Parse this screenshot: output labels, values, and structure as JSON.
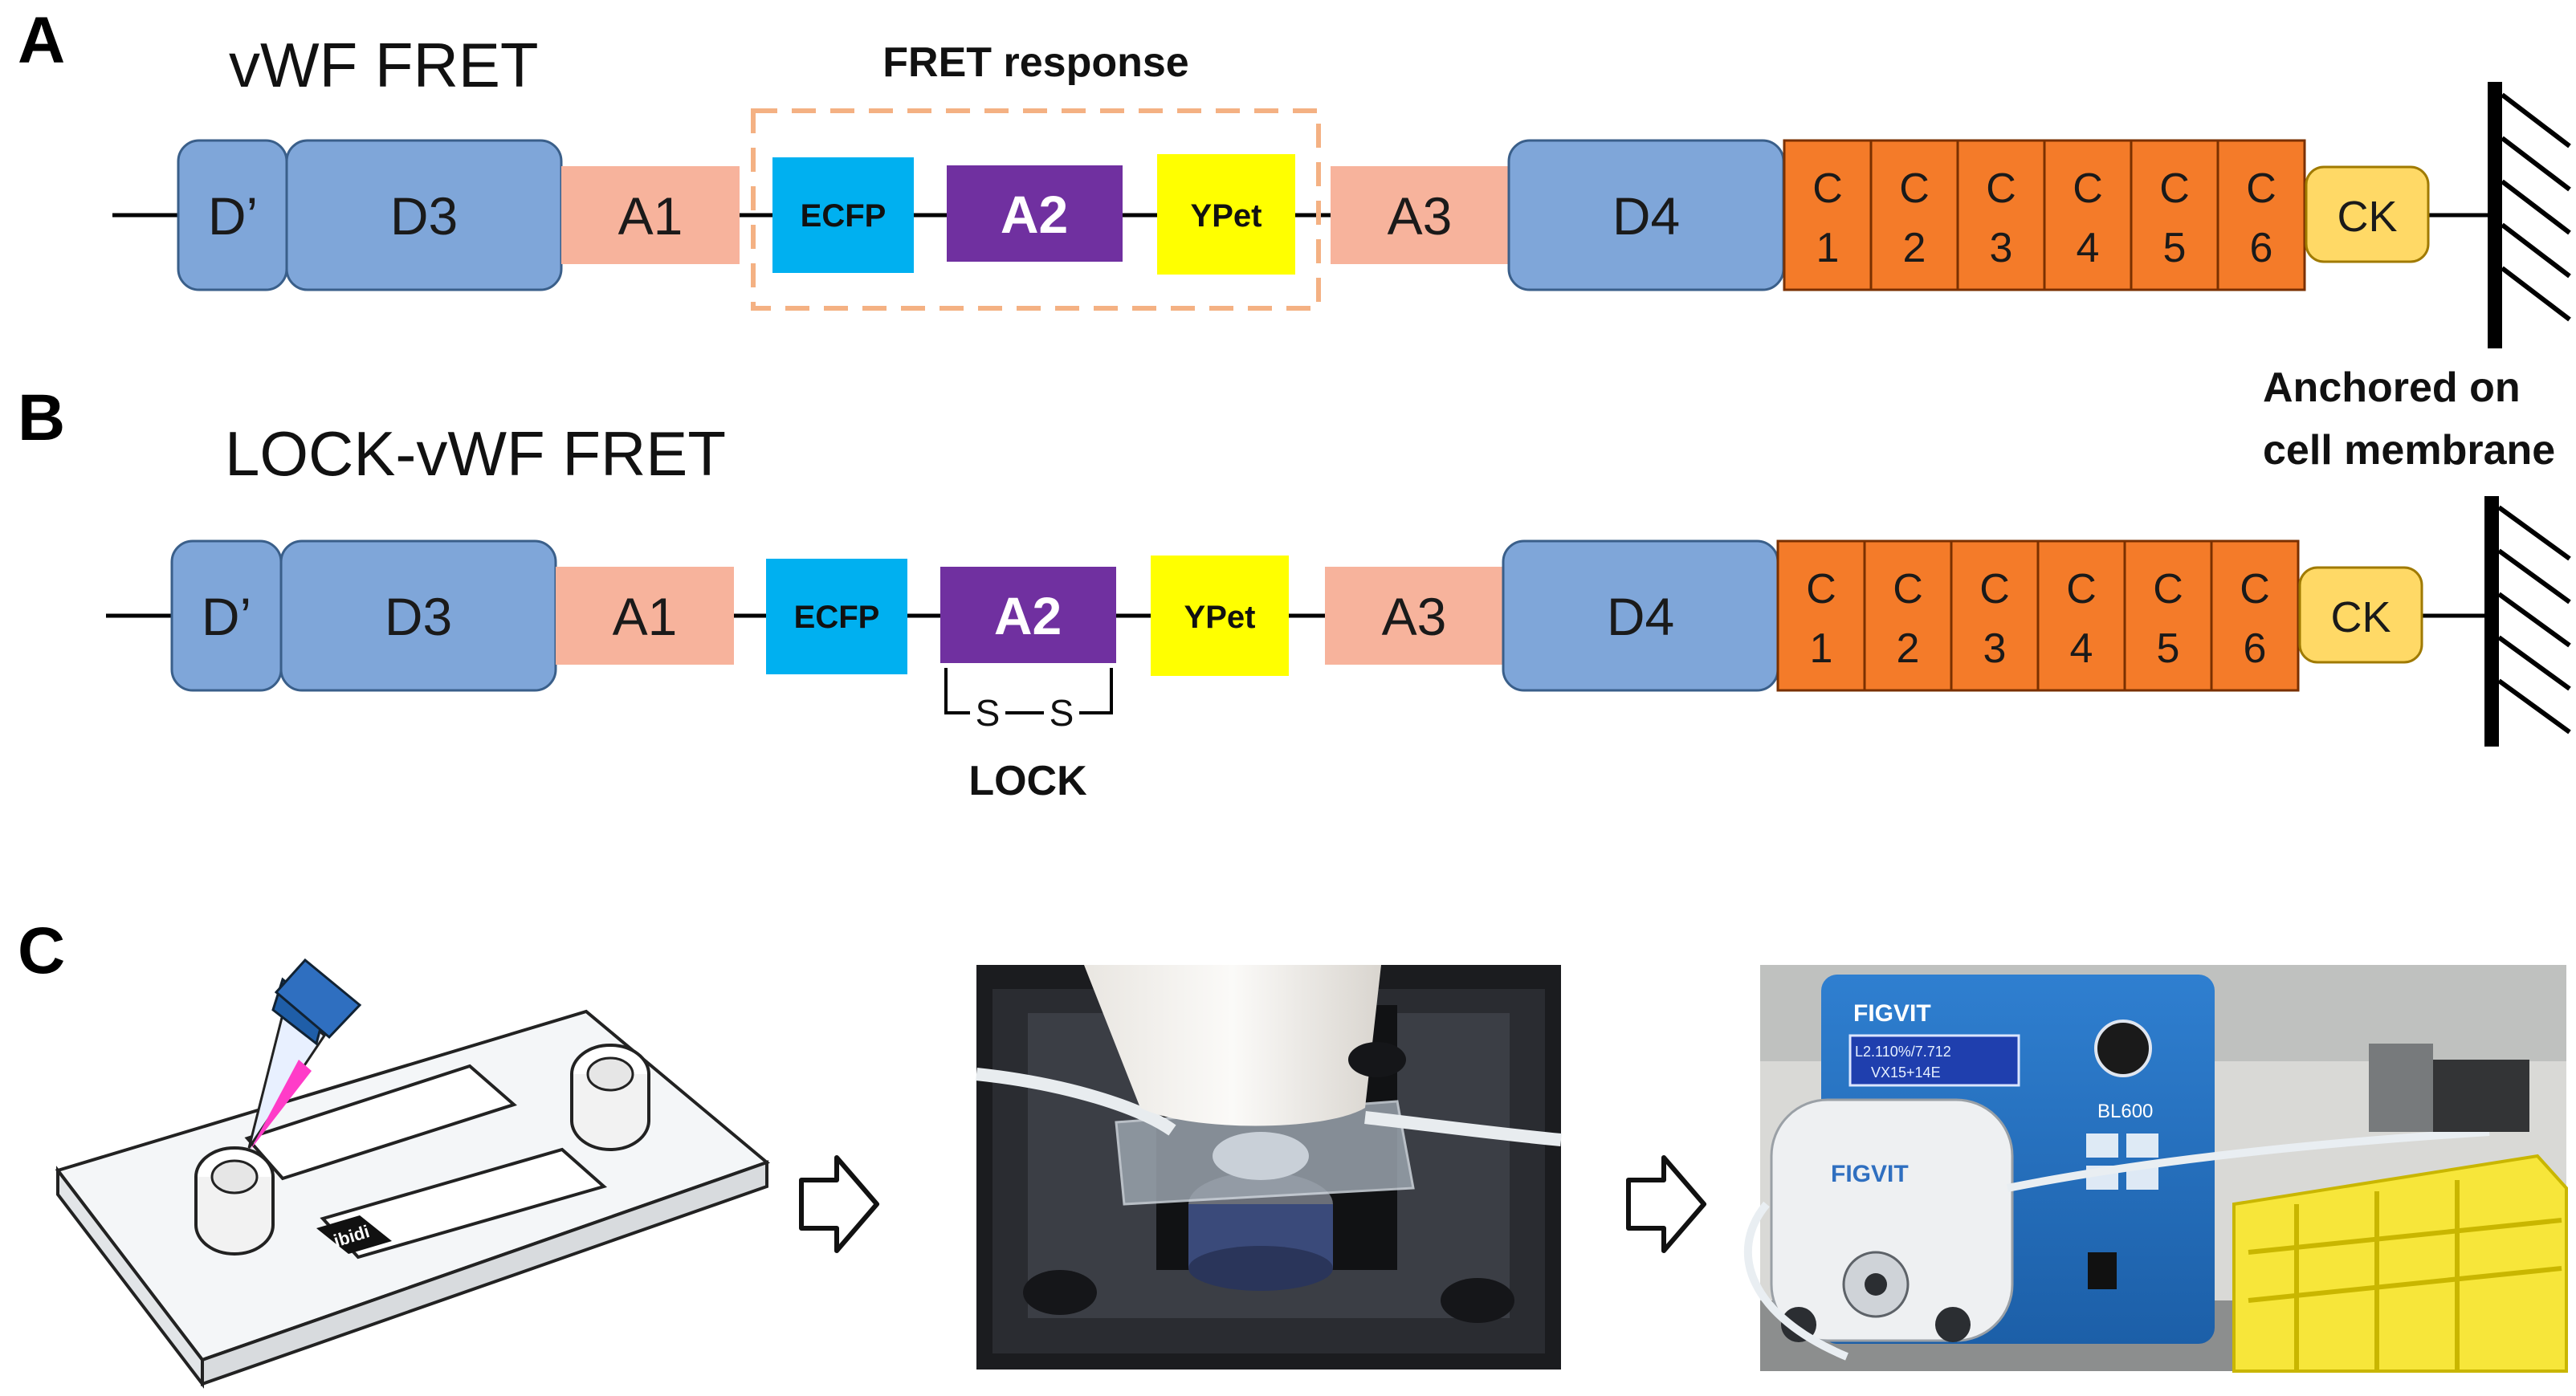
{
  "panels": {
    "a": {
      "letter": "A",
      "title": "vWF FRET",
      "fret_box_label": "FRET response",
      "domains": {
        "dprime": "D’",
        "d3": "D3",
        "a1": "A1",
        "ecfp": "ECFP",
        "a2": "A2",
        "ypet": "YPet",
        "a3": "A3",
        "d4": "D4",
        "ck": "CK"
      },
      "c_repeats": [
        {
          "c": "C",
          "n": "1"
        },
        {
          "c": "C",
          "n": "2"
        },
        {
          "c": "C",
          "n": "3"
        },
        {
          "c": "C",
          "n": "4"
        },
        {
          "c": "C",
          "n": "5"
        },
        {
          "c": "C",
          "n": "6"
        }
      ]
    },
    "b": {
      "letter": "B",
      "title": "LOCK-vWF FRET",
      "domains": {
        "dprime": "D’",
        "d3": "D3",
        "a1": "A1",
        "ecfp": "ECFP",
        "a2": "A2",
        "ypet": "YPet",
        "a3": "A3",
        "d4": "D4",
        "ck": "CK"
      },
      "c_repeats": [
        {
          "c": "C",
          "n": "1"
        },
        {
          "c": "C",
          "n": "2"
        },
        {
          "c": "C",
          "n": "3"
        },
        {
          "c": "C",
          "n": "4"
        },
        {
          "c": "C",
          "n": "5"
        },
        {
          "c": "C",
          "n": "6"
        }
      ],
      "disulfide": {
        "s1": "S",
        "s2": "S"
      },
      "lock_label": "LOCK"
    },
    "anchor_note": {
      "line1": "Anchored on",
      "line2": "cell membrane"
    },
    "c": {
      "letter": "C",
      "chip_label": "ibidi",
      "pump_brand": "FIGVIT",
      "pump_model": "BL600",
      "pump_display_line1": "L2.110%/7.712",
      "pump_display_line2": "VX15+14E"
    }
  },
  "colors": {
    "d_domain": "#7fa6d9",
    "a_domain": "#f7b39c",
    "ecfp": "#00b0f0",
    "a2": "#7030a0",
    "ypet": "#ffff00",
    "c_domain": "#f47b29",
    "ck": "#ffd966",
    "fret_box": "#f4b183"
  }
}
